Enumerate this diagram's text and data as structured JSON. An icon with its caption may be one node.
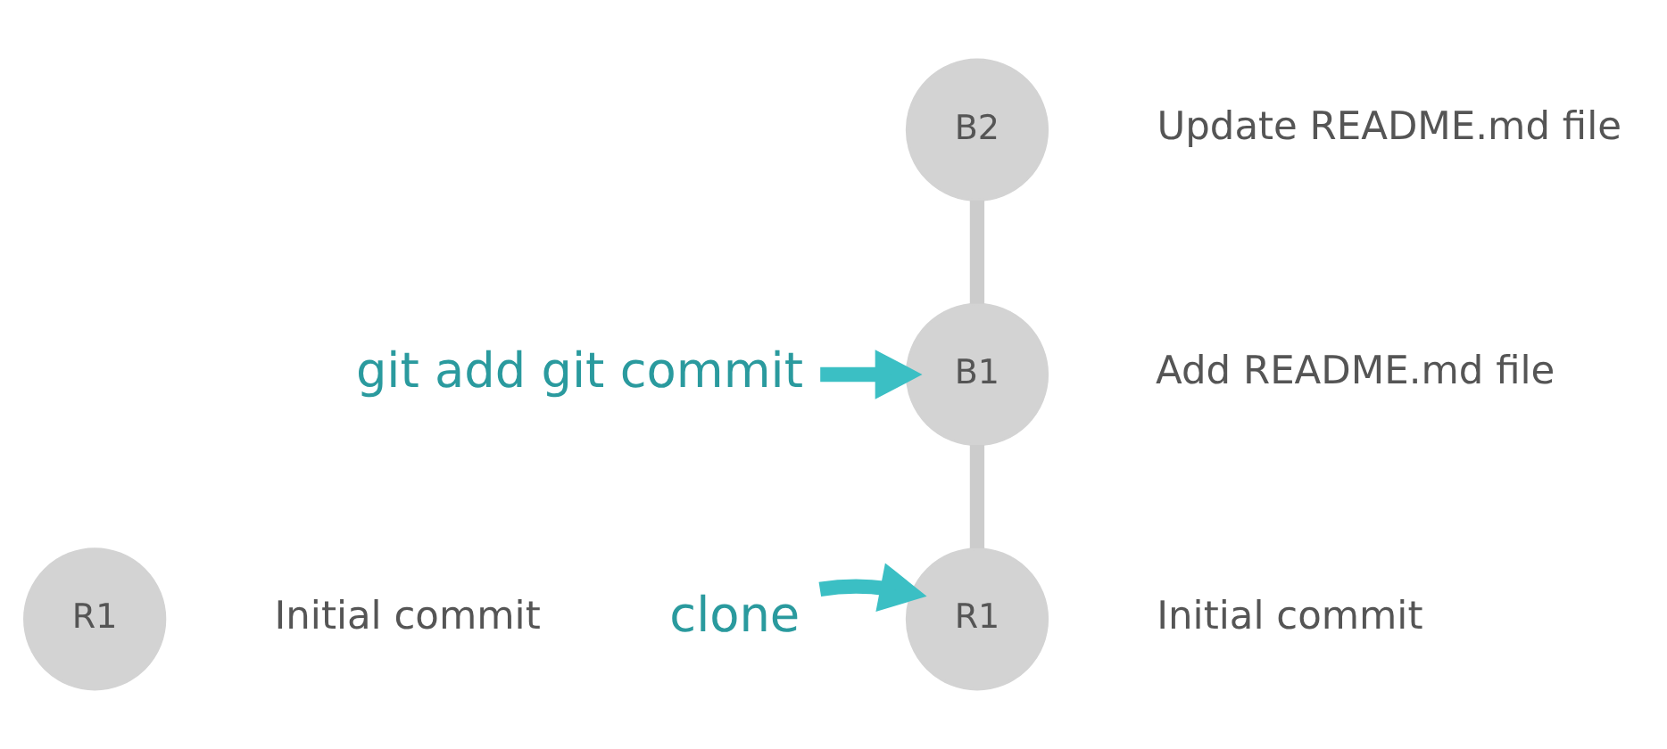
{
  "diagram": {
    "nodes": [
      {
        "text": [
          "B2"
        ],
        "beside": [
          "Update README.md file"
        ]
      },
      {
        "text": [
          "git add git commit"
        ]
      },
      {
        "text": [
          "B1"
        ],
        "beside": [
          "Add README.md file"
        ]
      },
      {
        "text": [
          "clone"
        ]
      },
      {
        "text": [
          "R1"
        ],
        "beside": [
          "Initial commit"
        ]
      },
      {
        "text": [
          "R1"
        ],
        "beside": [
          "Initial commit"
        ]
      }
    ],
    "edges": [
      {
        "from": 0,
        "to": 2,
        "arrow": "none",
        "color": "#cccccc"
      },
      {
        "from": 2,
        "to": 5,
        "arrow": "none",
        "color": "#cccccc"
      },
      {
        "from": 1,
        "to": 2,
        "arrow": "to",
        "color": "#3bbfc4"
      },
      {
        "from": 3,
        "to": 5,
        "arrow": "to",
        "color": "#3bbfc4"
      }
    ]
  }
}
